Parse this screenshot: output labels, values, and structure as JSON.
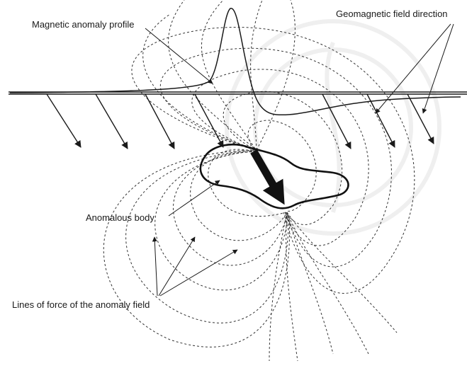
{
  "labels": {
    "magnetic_anomaly_profile": "Magnetic anomaly profile",
    "geomagnetic_field_direction": "Geomagnetic field direction",
    "anomalous_body": "Anomalous body",
    "lines_of_force": "Lines of force of the anomaly field"
  },
  "colors": {
    "ink": "#1a1a1a",
    "field_line": "#333333",
    "background": "#ffffff"
  }
}
